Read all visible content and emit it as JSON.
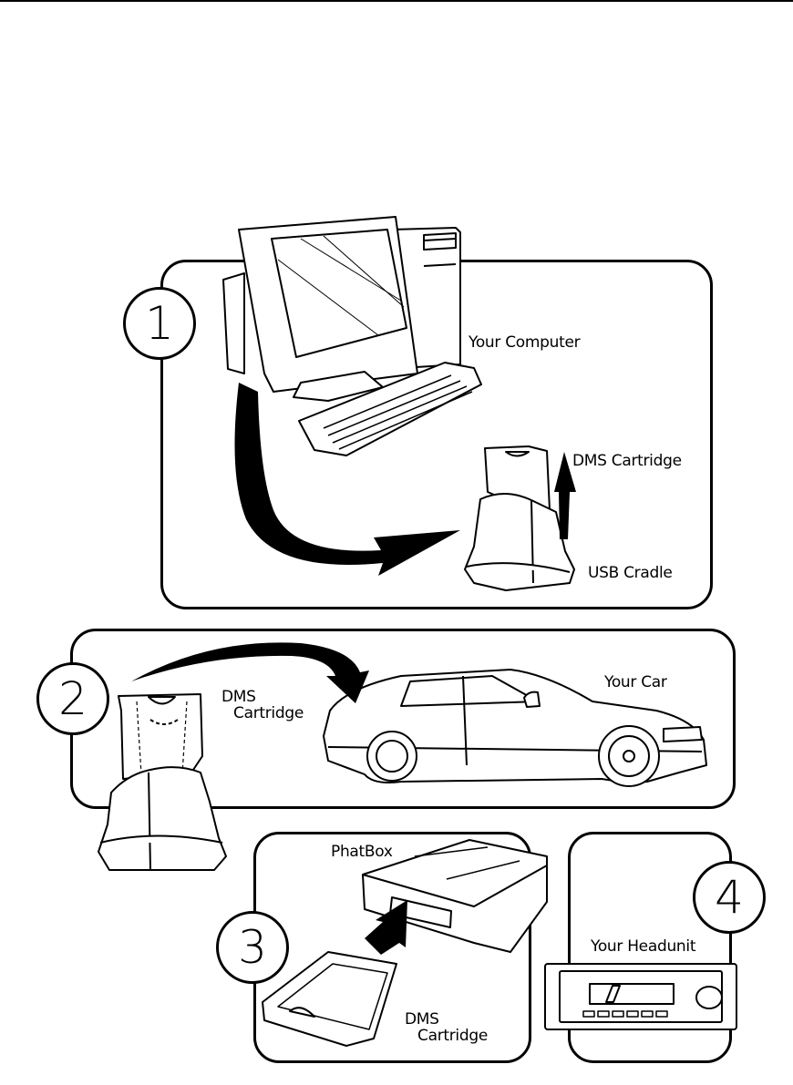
{
  "title": "PhatBox setup steps",
  "colors": {
    "ink": "#000000",
    "paper": "#ffffff"
  },
  "steps": [
    {
      "number": "1",
      "labels": {
        "computer": "Your Computer",
        "cartridge": "DMS Cartridge",
        "cradle": "USB Cradle"
      }
    },
    {
      "number": "2",
      "labels": {
        "cartridge_line1": "DMS",
        "cartridge_line2": "Cartridge",
        "car": "Your Car"
      }
    },
    {
      "number": "3",
      "labels": {
        "phatbox": "PhatBox",
        "cartridge_line1": "DMS",
        "cartridge_line2": "Cartridge"
      }
    },
    {
      "number": "4",
      "labels": {
        "headunit": "Your Headunit"
      }
    }
  ]
}
